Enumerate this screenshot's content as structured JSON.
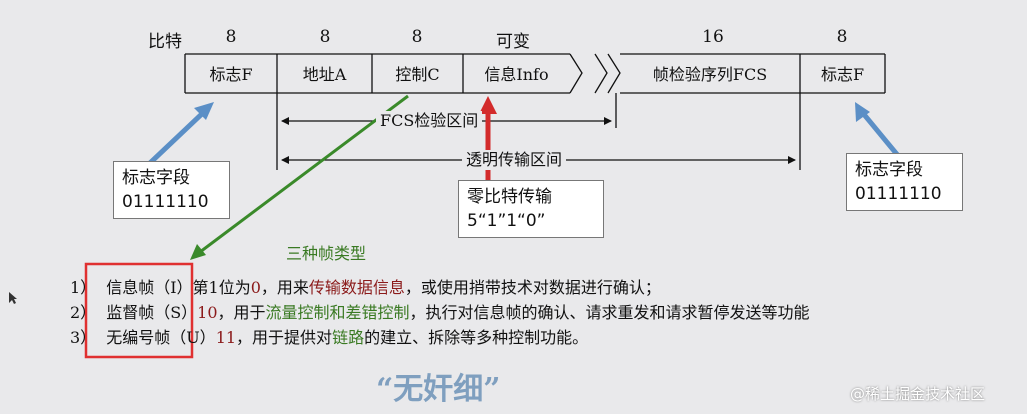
{
  "header": {
    "bits_label": "比特",
    "bit_counts": [
      "8",
      "8",
      "8",
      "可变",
      "16",
      "8"
    ]
  },
  "frame": {
    "fields": [
      "标志F",
      "地址A",
      "控制C",
      "信息Info",
      "帧检验序列FCS",
      "标志F"
    ]
  },
  "intervals": {
    "fcs": "FCS检验区间",
    "transparent": "透明传输区间"
  },
  "callouts": {
    "flag_left": {
      "title": "标志字段",
      "value": "01111110"
    },
    "flag_right": {
      "title": "标志字段",
      "value": "01111110"
    },
    "zero_bit": {
      "title": "零比特传输",
      "value": "5“1”1“0”"
    }
  },
  "annotation": {
    "frame_types": "三种帧类型"
  },
  "list": [
    {
      "num": "1）",
      "name": "信息帧（I）",
      "p1": "第1位为",
      "hl1": "0",
      "p2": "，用来",
      "hl2": "传输数据信息",
      "p3": "，或使用捎带技术对数据进行确认；"
    },
    {
      "num": "2）",
      "name": "监督帧（S）",
      "p1": "",
      "hl1": "10",
      "p2": "，用于",
      "hl2": "流量控制和差错控制",
      "p3": "，执行对信息帧的确认、请求重发和请求暂停发送等功能"
    },
    {
      "num": "3）",
      "name": "无编号帧（U）",
      "p1": "",
      "hl1": "11",
      "p2": "，用于提供对",
      "hl2": "链路",
      "p3": "的建立、拆除等多种控制功能。"
    }
  ],
  "footer": {
    "slogan": "“无奸细”",
    "watermark": "@稀土掘金技术社区"
  },
  "colors": {
    "blue_arrow": "#5b8fc6",
    "red_arrow": "#d32b2b",
    "green_arrow": "#3a8a2a",
    "highlight_box": "#e03030",
    "slogan": "#7f9fbf"
  }
}
